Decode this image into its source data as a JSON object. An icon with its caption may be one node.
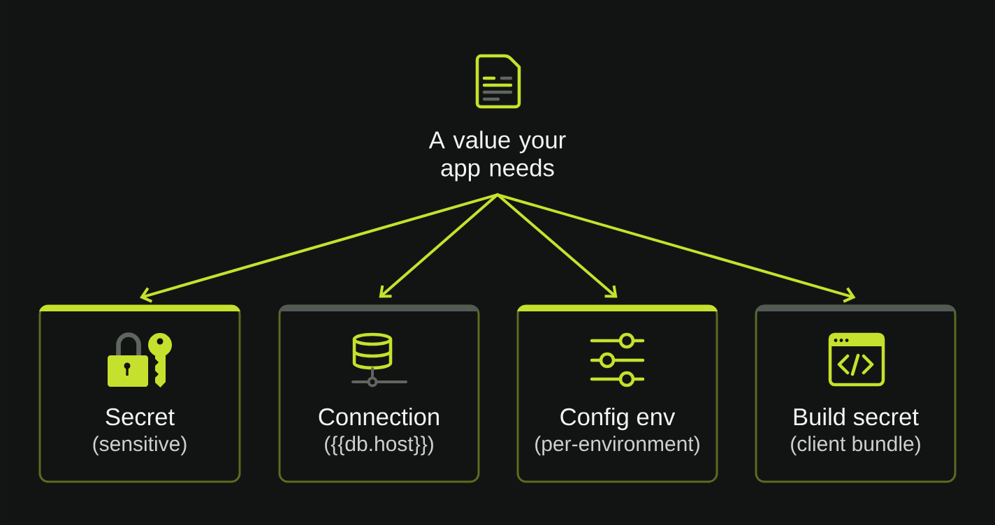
{
  "diagram": {
    "nodes": [
      {
        "text": [
          "A value your app needs"
        ]
      },
      {
        "text": [
          "Secret",
          "(sensitive)"
        ]
      },
      {
        "text": [
          "Connection",
          "({{db.host}})"
        ]
      },
      {
        "text": [
          "Config env",
          "(per-environment)"
        ]
      },
      {
        "text": [
          "Build secret",
          "(client bundle)"
        ]
      }
    ],
    "edges": [
      {
        "from": 0,
        "to": 1,
        "arrow": "to"
      },
      {
        "from": 0,
        "to": 2,
        "arrow": "to"
      },
      {
        "from": 0,
        "to": 3,
        "arrow": "to"
      },
      {
        "from": 0,
        "to": 4,
        "arrow": "to"
      }
    ]
  }
}
